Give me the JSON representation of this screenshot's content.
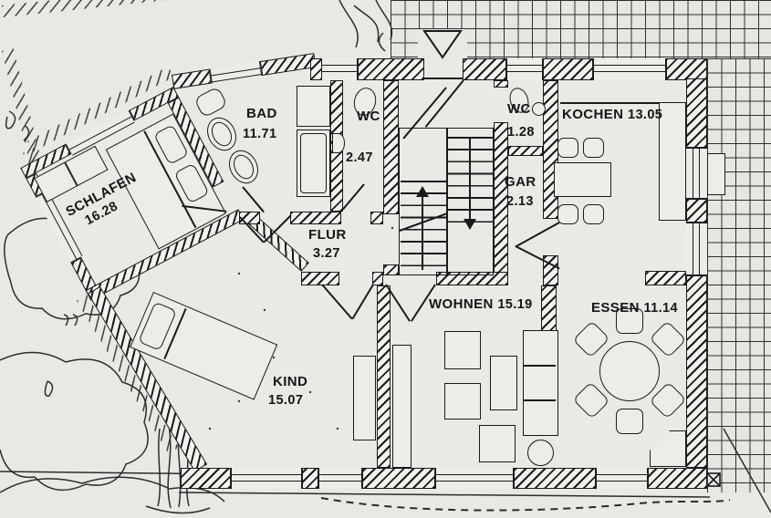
{
  "plan": {
    "type": "floor-plan",
    "rooms": [
      {
        "name": "SCHLAFEN",
        "area": "16.28"
      },
      {
        "name": "BAD",
        "area": "11.71"
      },
      {
        "name": "WC",
        "area": "2.47"
      },
      {
        "name": "WC",
        "area": "1.28"
      },
      {
        "name": "GAR",
        "area": "2.13"
      },
      {
        "name": "KOCHEN",
        "area": "13.05"
      },
      {
        "name": "FLUR",
        "area": "3.27"
      },
      {
        "name": "WOHNEN",
        "area": "15.19"
      },
      {
        "name": "ESSEN",
        "area": "11.14"
      },
      {
        "name": "KIND",
        "area": "15.07"
      }
    ],
    "colors": {
      "paper": "#e9e8e4",
      "ink": "#1a1a1a",
      "tile_bg": "#e7e6e2"
    }
  }
}
